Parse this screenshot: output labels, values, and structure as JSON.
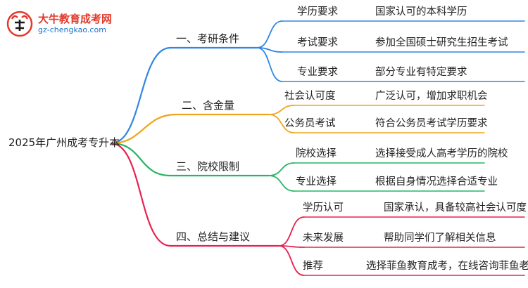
{
  "brand": {
    "title": "大牛教育成考网",
    "url": "gz-chengkao.com"
  },
  "colors": {
    "blue": "#2f86e6",
    "orange": "#f2a51c",
    "green": "#27b566",
    "red": "#e8214f"
  },
  "root": "2025年广州成考专升本",
  "branches": [
    {
      "label": "一、考研条件",
      "items": [
        {
          "label": "学历要求",
          "value": "国家认可的本科学历"
        },
        {
          "label": "考试要求",
          "value": "参加全国硕士研究生招生考试"
        },
        {
          "label": "专业要求",
          "value": "部分专业有特定要求"
        }
      ]
    },
    {
      "label": "二、含金量",
      "items": [
        {
          "label": "社会认可度",
          "value": "广泛认可，增加求职机会"
        },
        {
          "label": "公务员考试",
          "value": "符合公务员考试学历要求"
        }
      ]
    },
    {
      "label": "三、院校限制",
      "items": [
        {
          "label": "院校选择",
          "value": "选择接受成人高考学历的院校"
        },
        {
          "label": "专业选择",
          "value": "根据自身情况选择合适专业"
        }
      ]
    },
    {
      "label": "四、总结与建议",
      "items": [
        {
          "label": "学历认可",
          "value": "国家承认，具备较高社会认可度"
        },
        {
          "label": "未来发展",
          "value": "帮助同学们了解相关信息"
        },
        {
          "label": "推荐",
          "value": "选择菲鱼教育成考，在线咨询菲鱼老师"
        }
      ]
    }
  ]
}
